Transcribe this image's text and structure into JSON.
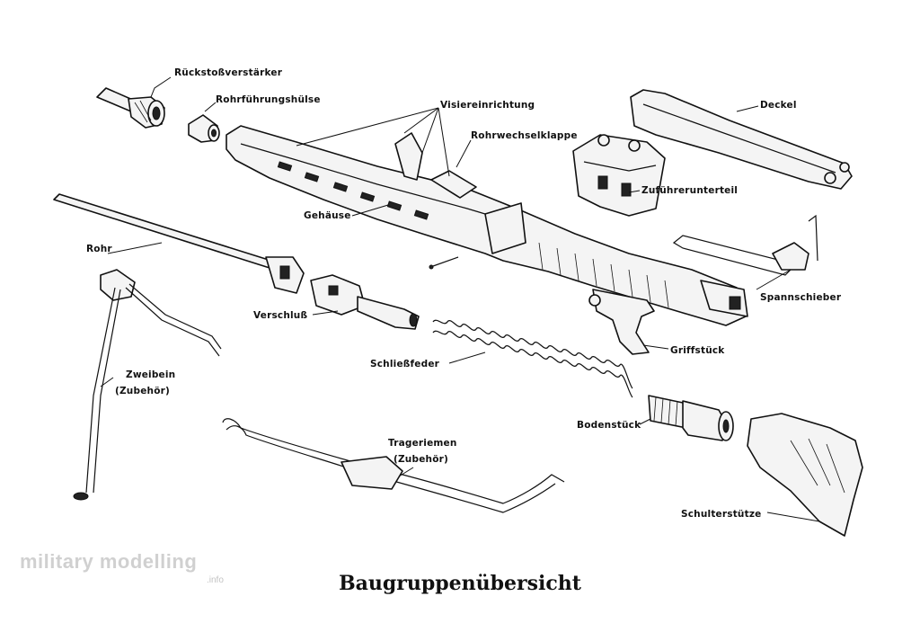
{
  "title": "Baugruppenübersicht",
  "watermark": {
    "text": "military modelling",
    "sub": ".info"
  },
  "labels": {
    "rueckstossverstaerker": "Rückstoßverstärker",
    "rohrfuehrungshuelse": "Rohrführungshülse",
    "visiereinrichtung": "Visiereinrichtung",
    "deckel": "Deckel",
    "rohrwechselklappe": "Rohrwechselklappe",
    "zufuehrerunterteil": "Zuführerunterteil",
    "gehaeuse": "Gehäuse",
    "rohr": "Rohr",
    "spannschieber": "Spannschieber",
    "verschluss": "Verschluß",
    "griffstueck": "Griffstück",
    "schliessfeder": "Schließfeder",
    "zweibein": "Zweibein",
    "zweibein_note": "(Zubehör)",
    "bodenstueck": "Bodenstück",
    "traegeriemen": "Trageriemen",
    "traegeriemen_note": "(Zubehör)",
    "schulterstuetze": "Schulterstütze"
  }
}
